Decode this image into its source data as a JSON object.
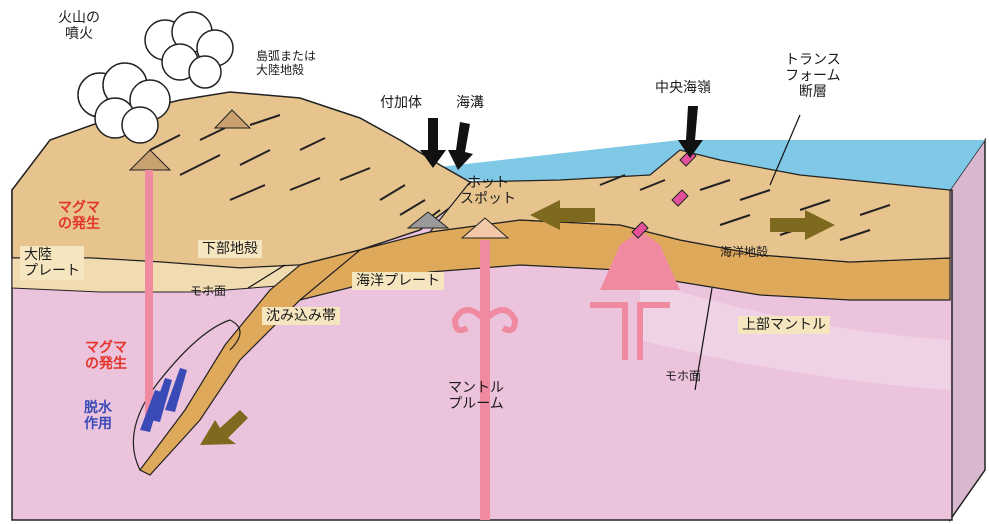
{
  "labels": {
    "volcano_eruption": [
      "火山の",
      "噴火"
    ],
    "island_arc": [
      "島弧または",
      "大陸地殻"
    ],
    "accretionary_prism": "付加体",
    "trench": "海溝",
    "mid_ocean_ridge": "中央海嶺",
    "transform_fault": [
      "トランス",
      "フォーム",
      "断層"
    ],
    "hotspot": [
      "ホット",
      "スポット"
    ],
    "magma_generation_upper": [
      "マグマ",
      "の発生"
    ],
    "continental_plate": [
      "大陸",
      "プレート"
    ],
    "lower_crust": "下部地殻",
    "moho_left": "モホ面",
    "oceanic_plate": "海洋プレート",
    "oceanic_crust": "海洋地殻",
    "subduction_zone": "沈み込み帯",
    "upper_mantle": "上部マントル",
    "moho_right": "モホ面",
    "magma_generation_lower": [
      "マグマ",
      "の発生"
    ],
    "dehydration": [
      "脱水",
      "作用"
    ],
    "mantle_plume": [
      "マントル",
      "プルーム"
    ]
  },
  "colors": {
    "mantle": "#ecc3dc",
    "upper_mantle_band": "#f0d2e6",
    "crust_tan": "#e7c48e",
    "crust_light": "#f1dcb2",
    "plate_orange": "#dfa95c",
    "ocean": "#7fc8e6",
    "magma_pink": "#f08aa0",
    "arrow_olive": "#7d6a1e",
    "ridge_magenta": "#e4509a",
    "dehydration_blue": "#3a4bb8",
    "label_red": "#e3342a"
  }
}
